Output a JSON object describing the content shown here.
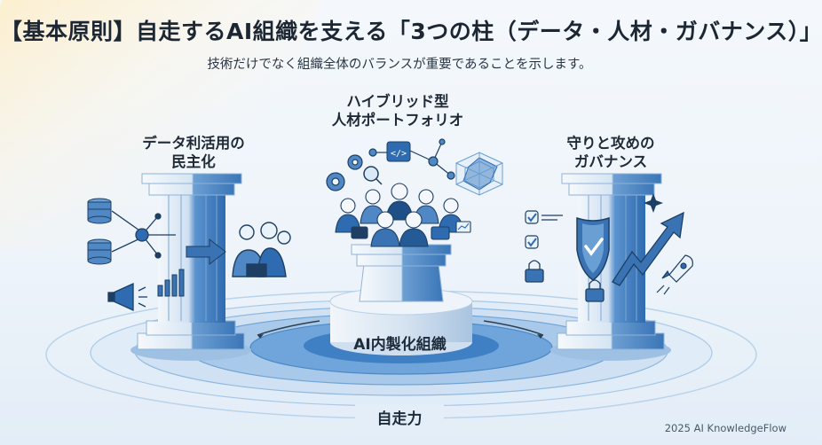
{
  "header": {
    "title": "【基本原則】自走するAI組織を支える「3つの柱（データ・人材・ガバナンス）」",
    "subtitle": "技術だけでなく組織全体のバランスが重要であることを示します。"
  },
  "pillars": {
    "left": {
      "line1": "データ利活用の",
      "line2": "民主化"
    },
    "center": {
      "line1": "ハイブリッド型",
      "line2": "人材ポートフォリオ"
    },
    "right": {
      "line1": "守りと攻めの",
      "line2": "ガバナンス"
    }
  },
  "center_base_label": "AI内製化組織",
  "foundation_label": "自走力",
  "credit": "2025 AI KnowledgeFlow",
  "colors": {
    "pillar_blue": "#4a86c5",
    "pillar_light": "#dbe8f5",
    "accent_dark": "#23466e",
    "ring_blue": "#7fb0dd"
  }
}
